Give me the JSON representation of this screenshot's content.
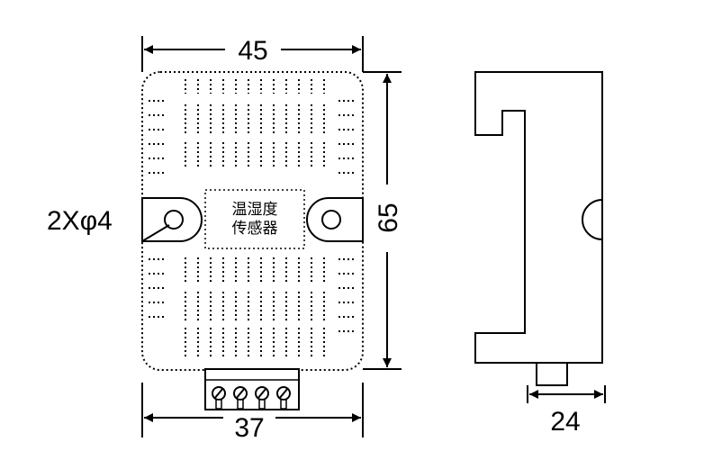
{
  "dimensions": {
    "width_label": "45",
    "height_label": "65",
    "terminal_width_label": "37",
    "side_width_label": "24",
    "hole_label": "2Xφ4"
  },
  "label_box": {
    "line1": "温湿度",
    "line2": "传感器"
  }
}
